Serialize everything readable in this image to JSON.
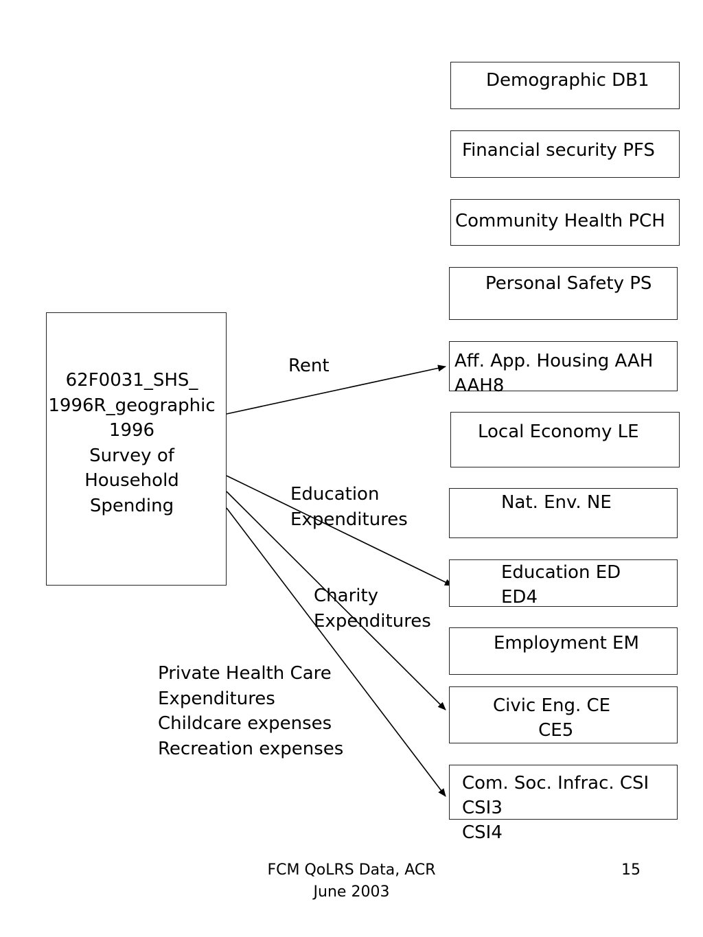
{
  "source_box": {
    "lines": [
      "62F0031_SHS_",
      "1996R_geographic",
      "1996",
      "Survey of",
      "Household",
      "Spending"
    ]
  },
  "target_boxes": [
    {
      "text": "Demographic DB1"
    },
    {
      "text": "Financial security PFS"
    },
    {
      "text": "Community Health PCH"
    },
    {
      "text": "Personal Safety PS"
    },
    {
      "text": "Aff. App. Housing AAH\nAAH8"
    },
    {
      "text": "Local Economy LE"
    },
    {
      "text": "Nat. Env. NE"
    },
    {
      "text": "Education ED\nED4"
    },
    {
      "text": "Employment EM"
    },
    {
      "text": "Civic Eng. CE\n        CE5"
    },
    {
      "text": "Com. Soc. Infrac. CSI\nCSI3\nCSI4"
    }
  ],
  "arrow_labels": {
    "rent": "Rent",
    "education": "Education\nExpenditures",
    "charity": "Charity\nExpenditures",
    "private": "Private Health Care\nExpenditures\nChildcare expenses\nRecreation expenses"
  },
  "footer": {
    "left_line1": "FCM QoLRS Data, ACR",
    "left_line2": "June 2003",
    "page_number": "15"
  }
}
